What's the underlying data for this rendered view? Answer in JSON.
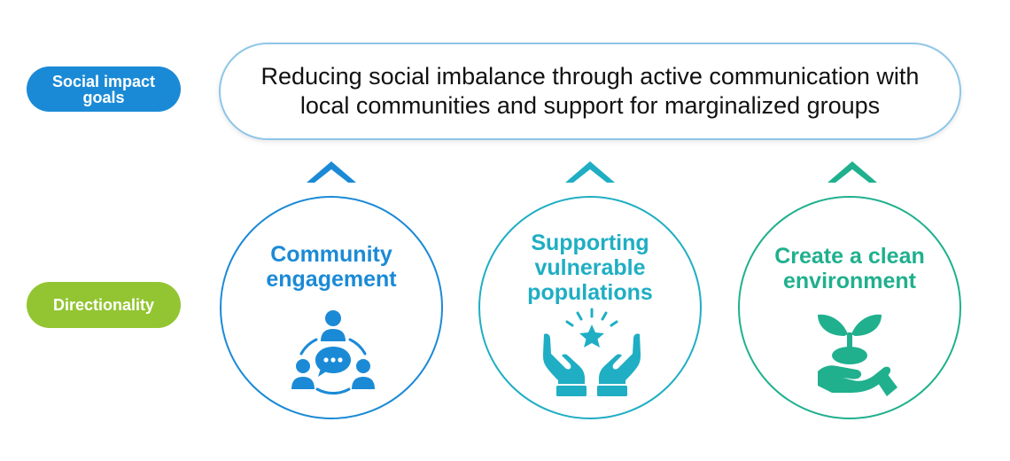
{
  "labels": {
    "goals": "Social impact goals",
    "directionality": "Directionality"
  },
  "goal": {
    "text": "Reducing social imbalance through active communication with local communities and support for marginalized groups"
  },
  "directions": [
    {
      "title": "Community\nengagement",
      "icon": "community-chat-icon",
      "color": "#1b8ad6"
    },
    {
      "title": "Supporting\nvulnerable\npopulations",
      "icon": "hands-star-icon",
      "color": "#1faec3"
    },
    {
      "title": "Create a clean\nenvironment",
      "icon": "hand-sprout-icon",
      "color": "#20b08e"
    }
  ],
  "colors": {
    "goals_pill": "#1b8ad6",
    "directionality_pill": "#93c532"
  }
}
